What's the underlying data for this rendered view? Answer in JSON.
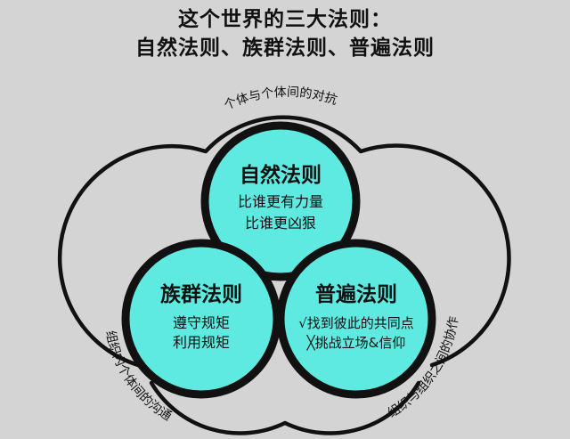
{
  "title": {
    "line1": "这个世界的三大法则：",
    "line2": "自然法则、族群法则、普遍法则"
  },
  "colors": {
    "background": "#d4d4d4",
    "circle_fill": "#5eeae0",
    "circle_stroke": "#111111",
    "text": "#111111"
  },
  "circles": {
    "nature": {
      "title": "自然法则",
      "lines": [
        "比谁更有力量",
        "比谁更凶狠"
      ]
    },
    "group": {
      "title": "族群法则",
      "lines": [
        "遵守规矩",
        "利用规矩"
      ]
    },
    "universal": {
      "title": "普遍法则",
      "lines": [
        "√找到彼此的共同点",
        "╳挑战立场&信仰"
      ]
    }
  },
  "arc_labels": {
    "top": "个体与个体间的对抗",
    "left": "组织内个体间的沟通",
    "right": "组织与组织之间的协作"
  }
}
